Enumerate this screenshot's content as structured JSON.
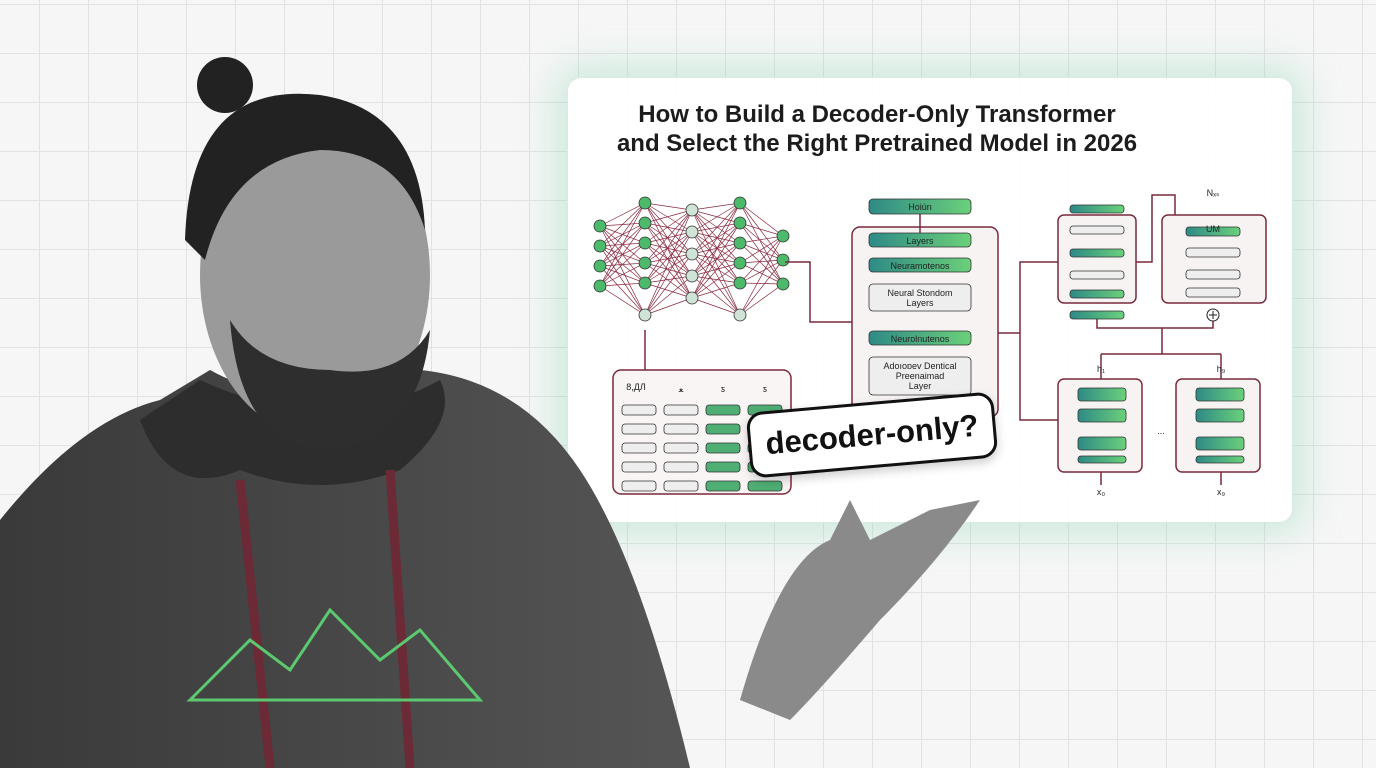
{
  "title": {
    "line1": "How to Build a Decoder-Only Transformer",
    "line2": "and Select the Right Pretrained Model in 2026"
  },
  "bubble": {
    "text": "decoder-only?"
  },
  "diagram": {
    "stack": {
      "top": "Hoiún",
      "layers": "Layers",
      "neura1": "Neuramotenos",
      "standom1": "Neural Stondom",
      "standom2": "Layers",
      "neura2": "Neurolnutenos",
      "adv1": "Adoıoɒev Dentical",
      "adv2": "Preenaimad",
      "adv3": "Layer"
    },
    "table": {
      "headers": [
        "8,ДЛ",
        "ﻌ",
        "ƽ",
        "ƽ"
      ]
    },
    "right": {
      "um": "UM",
      "out": "Nₓₛ",
      "h1": "h₁",
      "h2": "h₉",
      "x1": "x₀",
      "x2": "x₉",
      "ellipsis": "..."
    }
  },
  "colors": {
    "accent_green": "#5cc870",
    "accent_teal": "#2e8a86",
    "arrow": "#7a2a3c"
  }
}
